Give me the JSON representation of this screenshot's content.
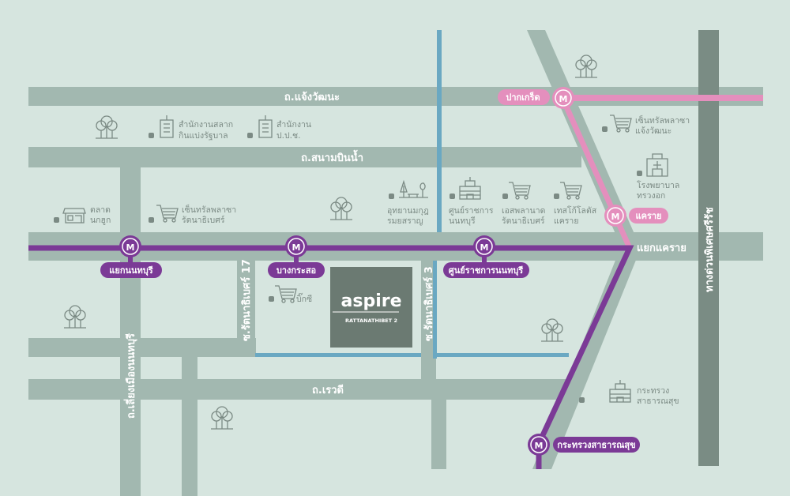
{
  "roads": {
    "chaeng_watthana": "ถ.แจ้งวัฒนะ",
    "sanam_bin_nam": "ถ.สนามบินน้ำ",
    "rewadi": "ถ.เรวดี",
    "soi_17": "ซ.รัตนาธิเบศร์ 17",
    "soi_3": "ซ.รัตนาธิเบศร์ 3",
    "bypass": "ถ.เลี่ยงเมืองนนทบุรี",
    "expressway": "ทางด่วนพิเศษศรีรัช",
    "khae_rai_junction": "แยกแคราย"
  },
  "stations": {
    "purple": [
      "แยกนนทบุรี",
      "บางกระสอ",
      "ศูนย์ราชการนนทบุรี",
      "กระทรวงสาธารณสุข"
    ],
    "pink": [
      "ปากเกร็ด",
      "แคราย"
    ],
    "badge": "M"
  },
  "poi": {
    "lottery_1": "สำนักงานสลาก",
    "lottery_2": "กินแบ่งรัฐบาล",
    "ppc_1": "สำนักงาน",
    "ppc_2": "ป.ป.ช.",
    "market_1": "ตลาด",
    "market_2": "นกฮูก",
    "central_rt_1": "เซ็นทรัลพลาซา",
    "central_rt_2": "รัตนาธิเบศร์",
    "park_1": "อุทยานมกุฎ",
    "park_2": "รมยสราญ",
    "gov_1": "ศูนย์ราชการ",
    "gov_2": "นนทบุรี",
    "splanade_1": "เอสพลานาด",
    "splanade_2": "รัตนาธิเบศร์",
    "lotus_1": "เทสโก้โลตัส",
    "lotus_2": "แคราย",
    "central_cw_1": "เซ็นทรัลพลาซา",
    "central_cw_2": "แจ้งวัฒนะ",
    "hospital_1": "โรงพยาบาล",
    "hospital_2": "ทรวงอก",
    "bigc": "บิ๊กซี",
    "moph_1": "กระทรวง",
    "moph_2": "สาธารณสุข"
  },
  "project": {
    "name": "aspire",
    "sub": "RATTANATHIBET 2"
  },
  "colors": {
    "purple": "#7b3a96",
    "pink": "#e48fbd",
    "road": "#a2b8b0",
    "canal": "#6aa8c2",
    "expressway": "#7a8c84",
    "background": "#d6e5df"
  }
}
